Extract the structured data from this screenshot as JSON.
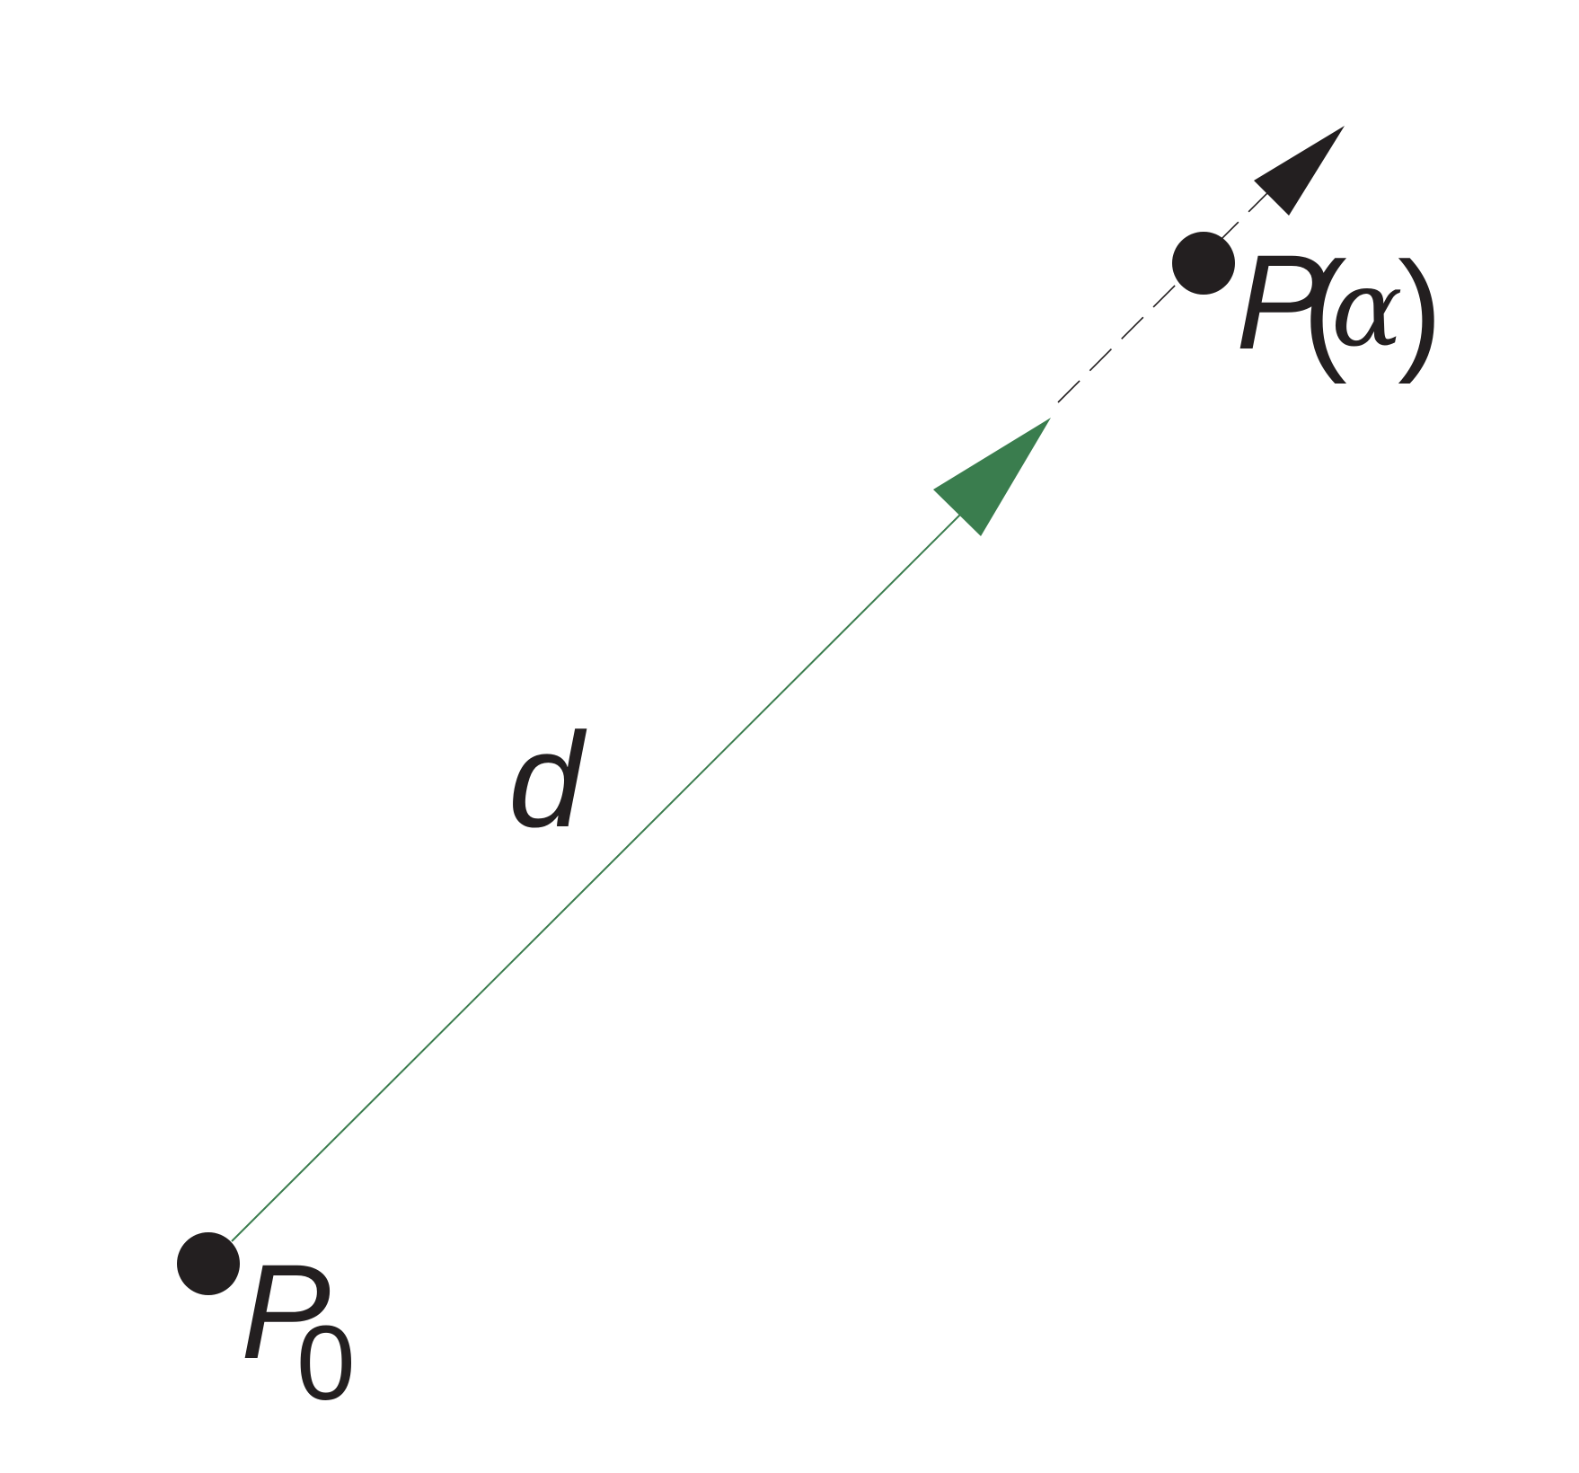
{
  "colors": {
    "ink": "#231f20",
    "vector": "#3a7d4e",
    "background": "#ffffff"
  },
  "labels": {
    "p0_main": "P",
    "p0_sub": "0",
    "d": "d",
    "p_alpha_main": "P",
    "p_alpha_open": "(",
    "p_alpha_var": "α",
    "p_alpha_close": ")"
  }
}
